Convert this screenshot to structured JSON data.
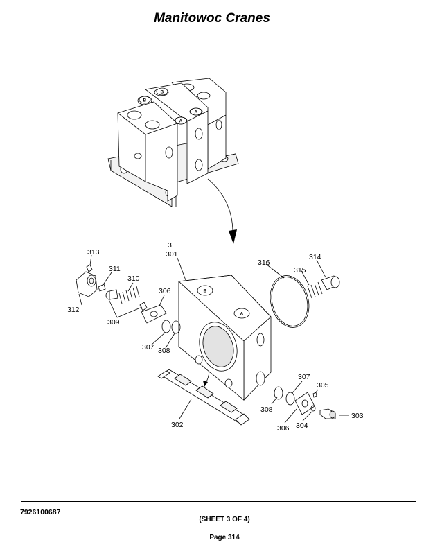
{
  "header": {
    "title": "Manitowoc Cranes"
  },
  "footer": {
    "doc_number": "7926100687",
    "sheet": "(SHEET 3 OF 4)",
    "page": "Page 314"
  },
  "diagram": {
    "port_labels": {
      "a": "A",
      "b": "B"
    },
    "callouts": [
      {
        "id": "c313",
        "label": "313"
      },
      {
        "id": "c311",
        "label": "311"
      },
      {
        "id": "c310",
        "label": "310"
      },
      {
        "id": "c312",
        "label": "312"
      },
      {
        "id": "c309",
        "label": "309"
      },
      {
        "id": "c306a",
        "label": "306"
      },
      {
        "id": "c307a",
        "label": "307"
      },
      {
        "id": "c308a",
        "label": "308"
      },
      {
        "id": "c3",
        "label": "3"
      },
      {
        "id": "c301",
        "label": "301"
      },
      {
        "id": "c316",
        "label": "316"
      },
      {
        "id": "c315",
        "label": "315"
      },
      {
        "id": "c314",
        "label": "314"
      },
      {
        "id": "c302",
        "label": "302"
      },
      {
        "id": "c307b",
        "label": "307"
      },
      {
        "id": "c305",
        "label": "305"
      },
      {
        "id": "c308b",
        "label": "308"
      },
      {
        "id": "c306b",
        "label": "306"
      },
      {
        "id": "c304",
        "label": "304"
      },
      {
        "id": "c303",
        "label": "303"
      }
    ]
  }
}
